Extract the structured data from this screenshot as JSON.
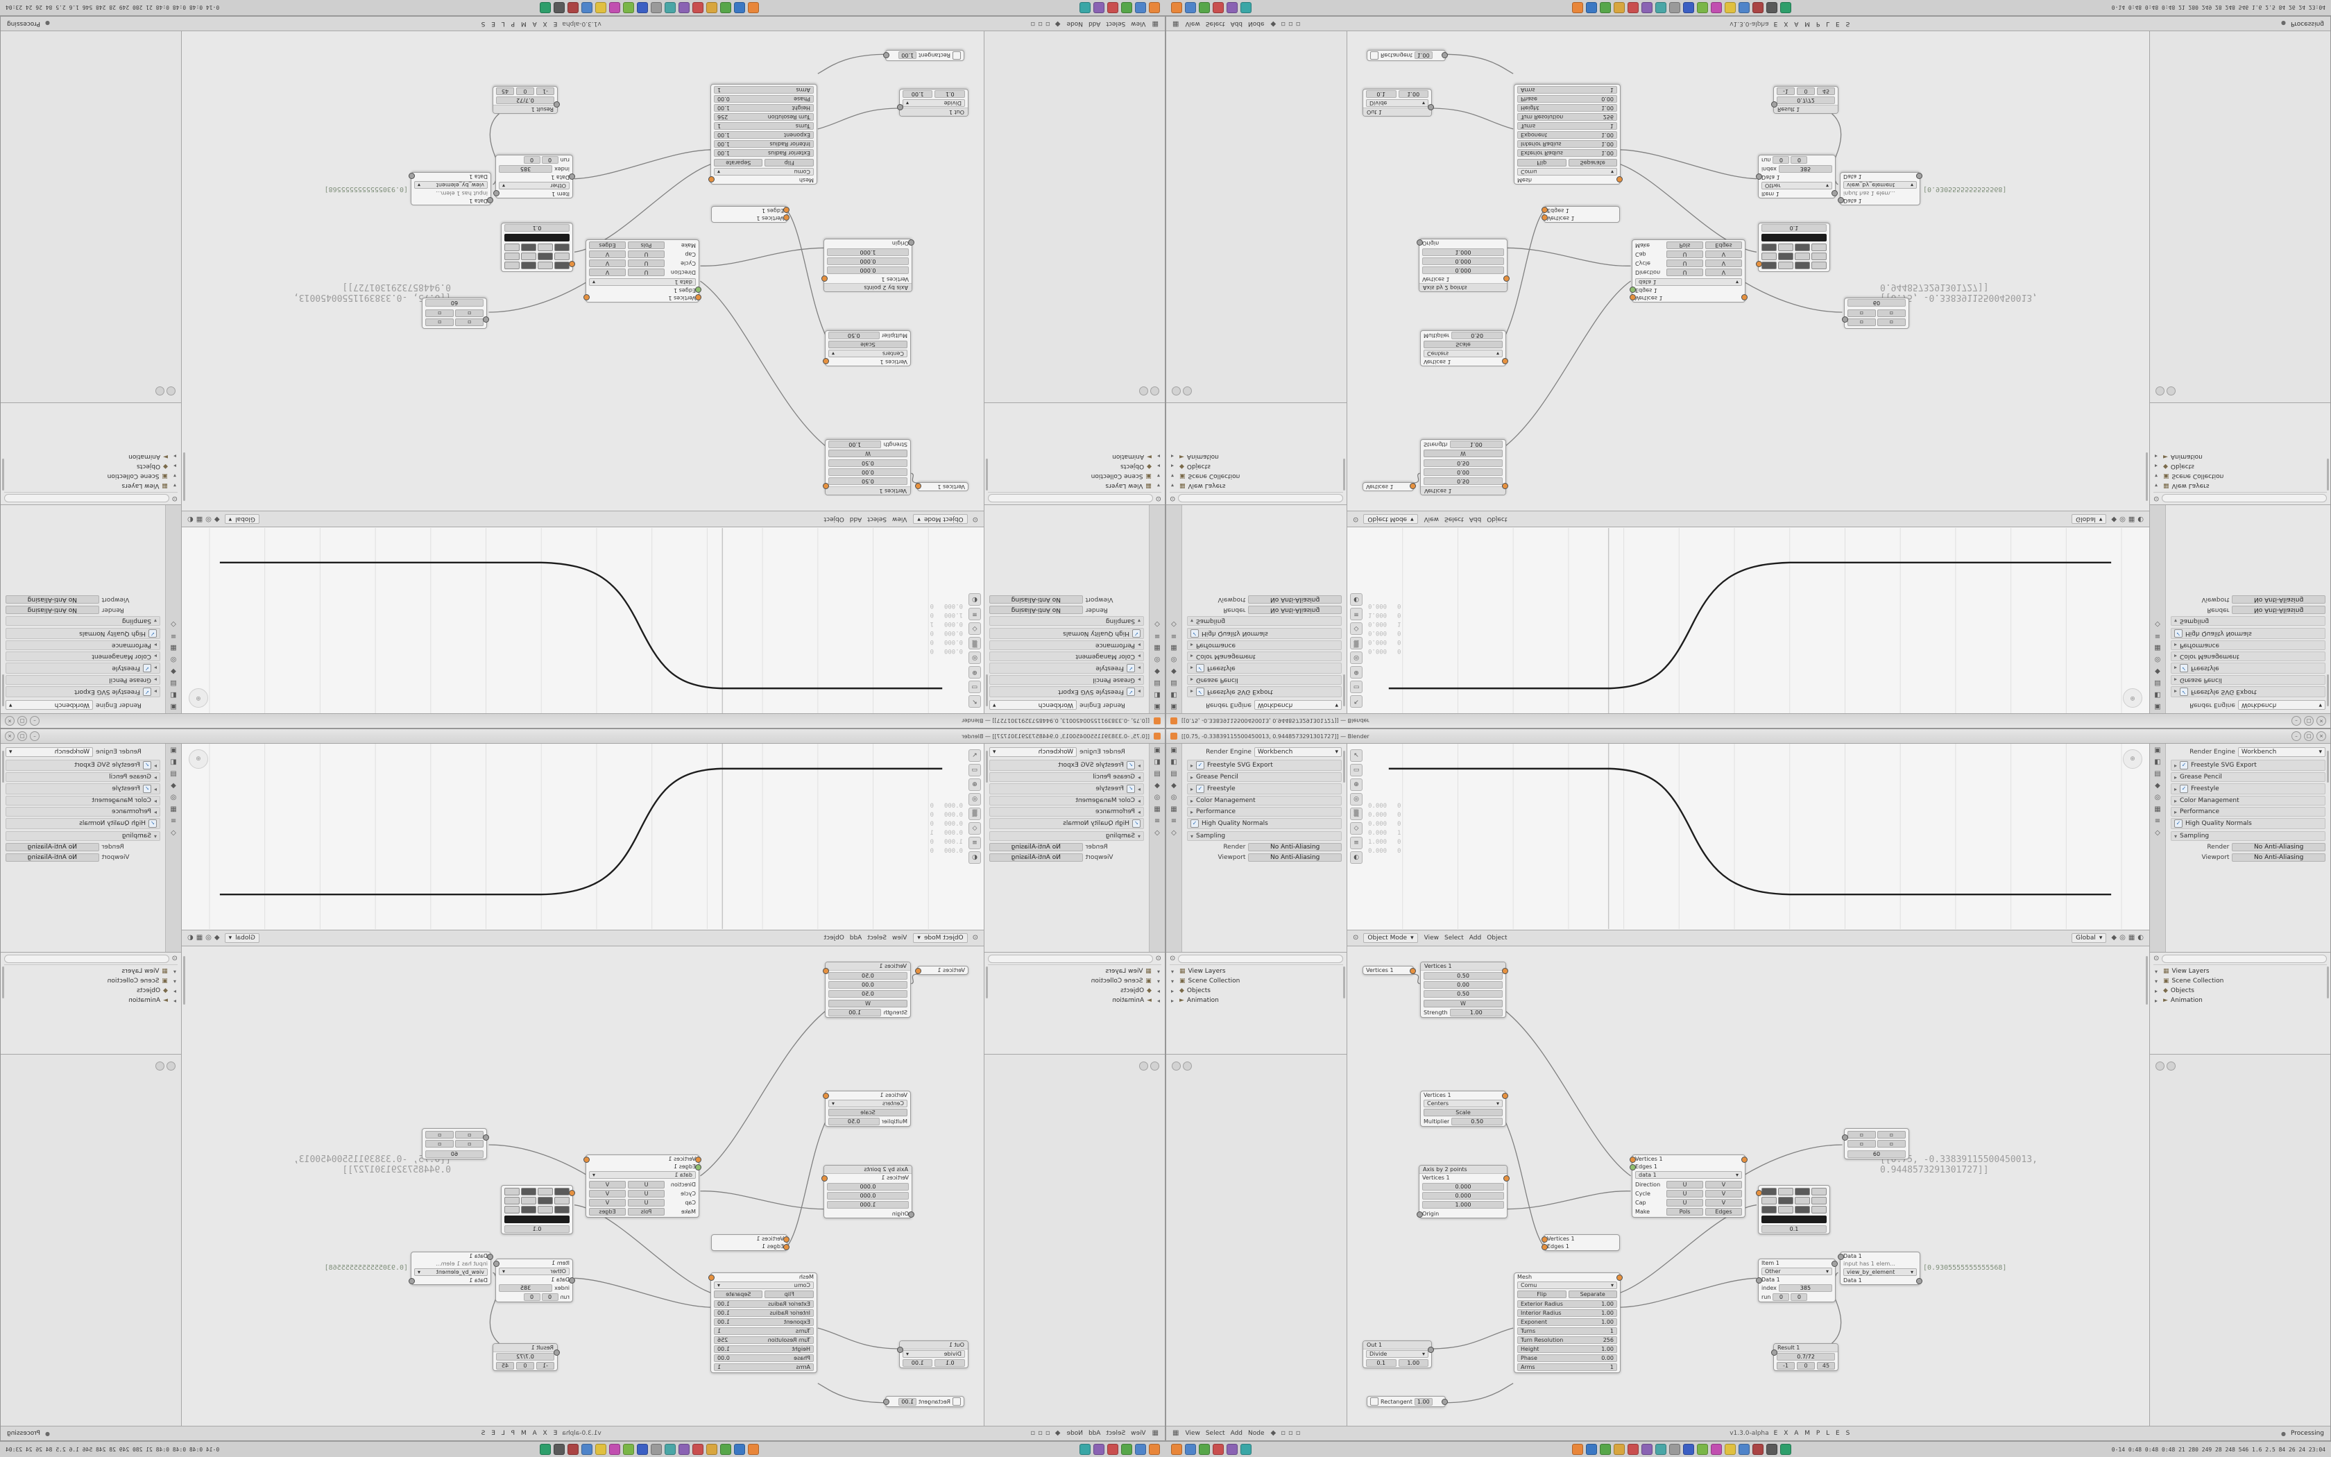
{
  "window": {
    "title": "[[0.75, -0.33839115500450013, 0.9448573291301727]] — Blender",
    "minimize": "–",
    "maximize": "□",
    "close": "×"
  },
  "taskbar": {
    "left_icons": [
      "#e8863a",
      "#4f84c9",
      "#57a64a",
      "#c94f4f",
      "#8a63b3",
      "#3aa6a6"
    ],
    "main_icons": [
      "#e8863a",
      "#3b78c3",
      "#57a64a",
      "#d8a63f",
      "#c94f4f",
      "#8a63b3",
      "#4aa6a6",
      "#9a9a9a",
      "#3b5fc3",
      "#7ab648",
      "#c14fb0",
      "#e0c040",
      "#4f84c9",
      "#aa4444",
      "#5a5a5a",
      "#2e9e6b"
    ],
    "right_text": "0-14  0:48 0:48 0:48  21 280 249 28 248 546  1.6 2.5  84 26 24  23:04"
  },
  "properties": {
    "tab_icons": [
      "▣",
      "◧",
      "▤",
      "◆",
      "◎",
      "▦",
      "≡",
      "◇"
    ],
    "engine_label": "Render Engine",
    "engine_value": "Workbench",
    "engine_arrow": "▾",
    "panels": [
      {
        "label": "Freestyle SVG Export",
        "check": true
      },
      {
        "label": "Grease Pencil",
        "check": false
      },
      {
        "label": "Freestyle",
        "check": true
      },
      {
        "label": "Color Management",
        "check": false
      },
      {
        "label": "Performance",
        "check": false
      }
    ],
    "hqn_label": "High Quality Normals",
    "sampling_label": "Sampling",
    "aa_rows": [
      {
        "label": "Render",
        "value": "No Anti-Aliasing"
      },
      {
        "label": "Viewport",
        "value": "No Anti-Aliasing"
      }
    ]
  },
  "outliner": {
    "search_icon": "⊙",
    "items": [
      {
        "arrow": "▾",
        "icon": "▦",
        "label": "View Layers"
      },
      {
        "arrow": "▾",
        "icon": "▣",
        "label": "Scene Collection"
      },
      {
        "arrow": "▸",
        "icon": "◆",
        "label": "Objects"
      },
      {
        "arrow": "▸",
        "icon": "►",
        "label": "Animation"
      }
    ]
  },
  "viewport": {
    "editor_icon": "⊙",
    "toolbar_icons": [
      "↖",
      "▭",
      "⊕",
      "◎",
      "▒",
      "◇",
      "≡",
      "◐"
    ],
    "mode": "Object Mode",
    "mode_arrow": "▾",
    "menus": [
      "View",
      "Select",
      "Add",
      "Object"
    ],
    "orientation": "Global",
    "header_icons": [
      "◆",
      "◎",
      "▦",
      "◐"
    ],
    "gizmo_icon": "⊕",
    "numbers_a": [
      "0.000",
      "0.000",
      "0.000",
      "0.000",
      "1.000",
      "0.000"
    ],
    "numbers_b": [
      "0",
      "0",
      "0",
      "1",
      "0",
      "0"
    ]
  },
  "statusbar": {
    "editor_icon": "▦",
    "menus": [
      "View",
      "Select",
      "Add",
      "Node"
    ],
    "tree_icon": "◆",
    "mid_icons": [
      "▫",
      "▫",
      "▫"
    ],
    "version": "v1.3.0-alpha",
    "tree_name": "E X A M P L E S",
    "processing_icon": "●",
    "processing": "Processing"
  },
  "node_editor": {
    "annotation": "[[0.75, -0.33839115500450013, 0.9448573291301727]]",
    "stethoscope": "[0.9305555555555568]",
    "nodes": {
      "mini": {
        "label": "Vertices 1"
      },
      "vector": {
        "title": "Vertices 1",
        "fields": [
          "0.50",
          "0.00",
          "0.50"
        ],
        "w_btn": "W",
        "strength_label": "Strength",
        "strength_value": "1.00"
      },
      "centers": {
        "out_label": "Vertices 1",
        "mode": "Centers",
        "mode_arrow": "▾",
        "scale_btn": "Scale",
        "mult_label": "Multiplier",
        "mult_value": "0.50"
      },
      "axis": {
        "title": "Axis by 2 points",
        "out_label": "Vertices 1",
        "fields": [
          "0.000",
          "0.000",
          "1.000"
        ],
        "bottom_label": "Origin"
      },
      "outnode": {
        "title": "Out 1",
        "mode": "Divide",
        "mode_arrow": "▾",
        "f1": "0.1",
        "f2": "1.00"
      },
      "rect": {
        "label": "Rectangent",
        "value": "1.00"
      },
      "viewer_small": {
        "rows": [
          "Vertices 1",
          "Edges 1"
        ]
      },
      "spiral": {
        "out_label": "Mesh",
        "mode": "Comu",
        "mode_arrow": "▾",
        "t1": "Flip",
        "t2": "Separate",
        "fields": [
          {
            "l": "Exterior Radius",
            "v": "1.00"
          },
          {
            "l": "Interior Radius",
            "v": "1.00"
          },
          {
            "l": "Exponent",
            "v": "1.00"
          },
          {
            "l": "Turns",
            "v": "1"
          },
          {
            "l": "Turn Resolution",
            "v": "256"
          },
          {
            "l": "Height",
            "v": "1.00"
          },
          {
            "l": "Phase",
            "v": "0.00"
          },
          {
            "l": "Arms",
            "v": "1"
          }
        ]
      },
      "surface": {
        "in1": "Vertices 1",
        "in2": "Edges 1",
        "mode": "data 1",
        "mode_arrow": "▾",
        "grid": [
          {
            "l": "Direction",
            "b": [
              "U",
              "V"
            ]
          },
          {
            "l": "Cycle",
            "b": [
              "U",
              "V"
            ]
          },
          {
            "l": "Cap",
            "b": [
              "U",
              "V"
            ]
          },
          {
            "l": "Make",
            "b": [
              "Pols",
              "Edges"
            ]
          }
        ]
      },
      "viewer_draw": {
        "grid": [
          "#5a5a5a",
          "#cfcfcf",
          "#5a5a5a",
          "#cfcfcf",
          "#cfcfcf",
          "#5a5a5a",
          "#cfcfcf",
          "#cfcfcf",
          "#5a5a5a",
          "#cfcfcf",
          "#5a5a5a",
          "#cfcfcf"
        ],
        "value": "0.1"
      },
      "list_item": {
        "out_label": "Item 1",
        "mode": "Other",
        "mode_arrow": "▾",
        "data_label": "Data 1",
        "index_label": "index",
        "index_value": "385",
        "run_label": "run",
        "run_fields": [
          "0",
          "0"
        ]
      },
      "note": {
        "in_label": "Data 1",
        "line": "input has 1 elem...",
        "mode": "view_by_element",
        "out_label": "Data 1"
      },
      "mini_grid": {
        "grid": [
          "▫",
          "▫",
          "▫",
          "▫"
        ],
        "value": "60"
      },
      "result": {
        "title": "Result 1",
        "value": "0.7/72",
        "btns": [
          "-1",
          "0",
          "45"
        ]
      }
    }
  }
}
